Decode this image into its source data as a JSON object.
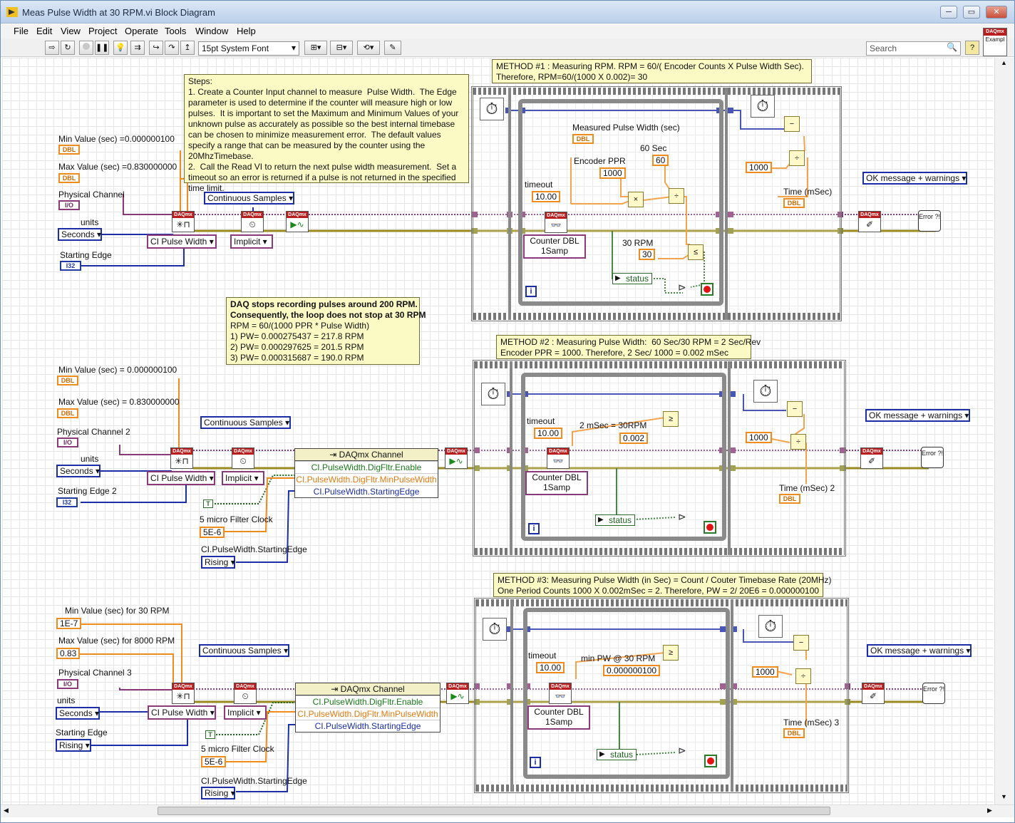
{
  "window": {
    "title": "Meas Pulse Width at 30 RPM.vi Block Diagram",
    "min": "─",
    "max": "▭",
    "close": "✕"
  },
  "menu": [
    "File",
    "Edit",
    "View",
    "Project",
    "Operate",
    "Tools",
    "Window",
    "Help"
  ],
  "toolbar": {
    "font": "15pt System Font",
    "search_placeholder": "Search",
    "help": "?",
    "example_badge": "DAQmx",
    "example_sub": "Exampl"
  },
  "m1": {
    "note": "METHOD #1 : Measuring RPM. RPM = 60/( Encoder Counts X Pulse Width Sec).\nTherefore, RPM=60/(1000 X 0.002)= 30",
    "steps": "Steps:\n1. Create a Counter Input channel to measure  Pulse Width.  The Edge parameter is used to determine if the counter will measure high or low pulses.  It is important to set the Maximum and Minimum Values of your unknown pulse as accurately as possible so the best internal timebase can be chosen to minimize measurement error.  The default values specify a range that can be measured by the counter using the 20MhzTimebase.\n2.  Call the Read VI to return the next pulse width measurement.  Set a timeout so an error is returned if a pulse is not returned in the specified time limit.",
    "min_label": "Min Value (sec) =0.000000100",
    "max_label": "Max Value (sec) =0.830000000",
    "phys": "Physical Channel",
    "units": "units",
    "units_val": "Seconds",
    "edge": "Starting Edge",
    "ci": "CI Pulse Width",
    "implicit": "Implicit",
    "cont": "Continuous Samples",
    "timeout": "timeout",
    "timeout_val": "10.00",
    "counter": "Counter DBL\n1Samp",
    "meas": "Measured Pulse Width (sec)",
    "ppr": "Encoder PPR",
    "ppr_val": "1000",
    "sec60": "60 Sec",
    "sec60_val": "60",
    "rpm30": "30 RPM",
    "rpm30_val": "30",
    "status": "status",
    "k1000": "1000",
    "time": "Time (mSec)",
    "ok": "OK message + warnings"
  },
  "daqnote": {
    "title": "DAQ stops recording pulses around 200 RPM.\nConsequently, the loop does not stop at 30 RPM",
    "body": "RPM = 60/(1000 PPR * Pulse Width)\n1) PW= 0.000275437 = 217.8 RPM\n2) PW= 0.000297625 = 201.5 RPM\n3) PW= 0.000315687 = 190.0 RPM"
  },
  "m2": {
    "note": "METHOD #2 : Measuring Pulse Width:  60 Sec/30 RPM = 2 Sec/Rev\nEncoder PPR = 1000. Therefore, 2 Sec/ 1000 = 0.002 mSec",
    "min_label": "Min Value (sec) = 0.000000100",
    "max_label": "Max Value (sec) = 0.830000000",
    "phys": "Physical Channel 2",
    "units": "units",
    "units_val": "Seconds",
    "edge": "Starting Edge 2",
    "ci": "CI Pulse Width",
    "implicit": "Implicit",
    "cont": "Continuous Samples",
    "prop_head": "DAQmx Channel",
    "prop_rows": [
      "CI.PulseWidth.DigFltr.Enable",
      "CI.PulseWidth.DigFltr.MinPulseWidth",
      "CI.PulseWidth.StartingEdge"
    ],
    "filter": "5 micro Filter Clock",
    "filter_val": "5E-6",
    "edge_prop": "CI.PulseWidth.StartingEdge",
    "rising": "Rising",
    "bool_t": "T",
    "timeout": "timeout",
    "timeout_val": "10.00",
    "counter": "Counter DBL\n1Samp",
    "msec": "2 mSec = 30RPM",
    "msec_val": "0.002",
    "status": "status",
    "k1000": "1000",
    "time": "Time (mSec) 2",
    "ok": "OK message + warnings"
  },
  "m3": {
    "note": "METHOD #3: Measuring Pulse Width (in Sec) = Count / Couter Timebase Rate (20MHz)\nOne Period Counts 1000 X 0.002mSec = 2. Therefore, PW = 2/ 20E6 = 0.000000100",
    "min_label": "Min Value (sec)  for 30 RPM",
    "min_val": "1E-7",
    "max_label": "Max Value (sec) for 8000 RPM",
    "max_val": "0.83",
    "phys": "Physical Channel 3",
    "units": "units",
    "units_val": "Seconds",
    "edge": "Starting Edge",
    "edge_val": "Rising",
    "ci": "CI Pulse Width",
    "implicit": "Implicit",
    "cont": "Continuous Samples",
    "prop_head": "DAQmx Channel",
    "prop_rows": [
      "CI.PulseWidth.DigFltr.Enable",
      "CI.PulseWidth.DigFltr.MinPulseWidth",
      "CI.PulseWidth.StartingEdge"
    ],
    "filter": "5 micro Filter Clock",
    "filter_val": "5E-6",
    "edge_prop": "CI.PulseWidth.StartingEdge",
    "rising": "Rising",
    "bool_t": "T",
    "timeout": "timeout",
    "timeout_val": "10.00",
    "counter": "Counter DBL\n1Samp",
    "minpw": "min PW @ 30 RPM",
    "minpw_val": "0.000000100",
    "status": "status",
    "k1000": "1000",
    "time": "Time (mSec) 3",
    "ok": "OK message + warnings"
  },
  "common": {
    "dbl": "DBL",
    "io": "I/O",
    "i32": "I32",
    "daqmx": "DAQmx",
    "iter": "i",
    "error": "Error ?!"
  }
}
